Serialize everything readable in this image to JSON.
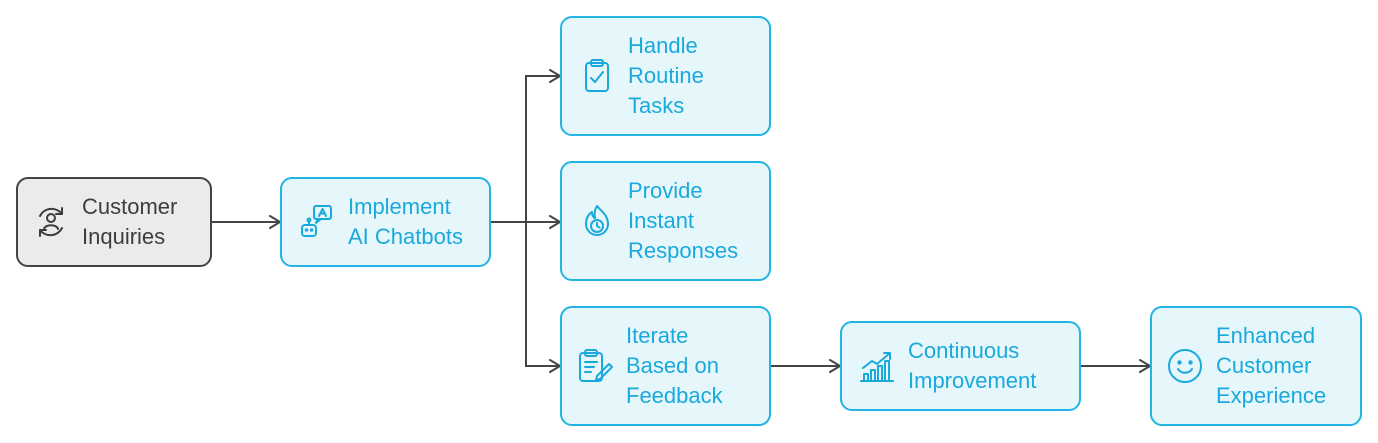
{
  "diagram": {
    "nodes": {
      "customer_inquiries": {
        "lines": [
          "Customer",
          "Inquiries"
        ],
        "icon": "customer-service-cycle-icon"
      },
      "implement_ai_chatbots": {
        "lines": [
          "Implement",
          "AI Chatbots"
        ],
        "icon": "chatbot-icon"
      },
      "handle_routine_tasks": {
        "lines": [
          "Handle",
          "Routine",
          "Tasks"
        ],
        "icon": "clipboard-check-icon"
      },
      "provide_instant_responses": {
        "lines": [
          "Provide",
          "Instant",
          "Responses"
        ],
        "icon": "fire-clock-icon"
      },
      "iterate_based_on_feedback": {
        "lines": [
          "Iterate",
          "Based on",
          "Feedback"
        ],
        "icon": "clipboard-edit-icon"
      },
      "continuous_improvement": {
        "lines": [
          "Continuous",
          "Improvement"
        ],
        "icon": "growth-chart-icon"
      },
      "enhanced_customer_experience": {
        "lines": [
          "Enhanced",
          "Customer",
          "Experience"
        ],
        "icon": "smiley-face-icon"
      }
    },
    "edges": [
      {
        "from": "customer_inquiries",
        "to": "implement_ai_chatbots"
      },
      {
        "from": "implement_ai_chatbots",
        "to": "handle_routine_tasks"
      },
      {
        "from": "implement_ai_chatbots",
        "to": "provide_instant_responses"
      },
      {
        "from": "implement_ai_chatbots",
        "to": "iterate_based_on_feedback"
      },
      {
        "from": "iterate_based_on_feedback",
        "to": "continuous_improvement"
      },
      {
        "from": "continuous_improvement",
        "to": "enhanced_customer_experience"
      }
    ],
    "colors": {
      "accent": "#22b5e3",
      "accent_text": "#1aa9dc",
      "accent_fill": "#e6f7fc",
      "start_border": "#444444",
      "start_fill": "#ebebeb",
      "connector": "#444444"
    }
  }
}
